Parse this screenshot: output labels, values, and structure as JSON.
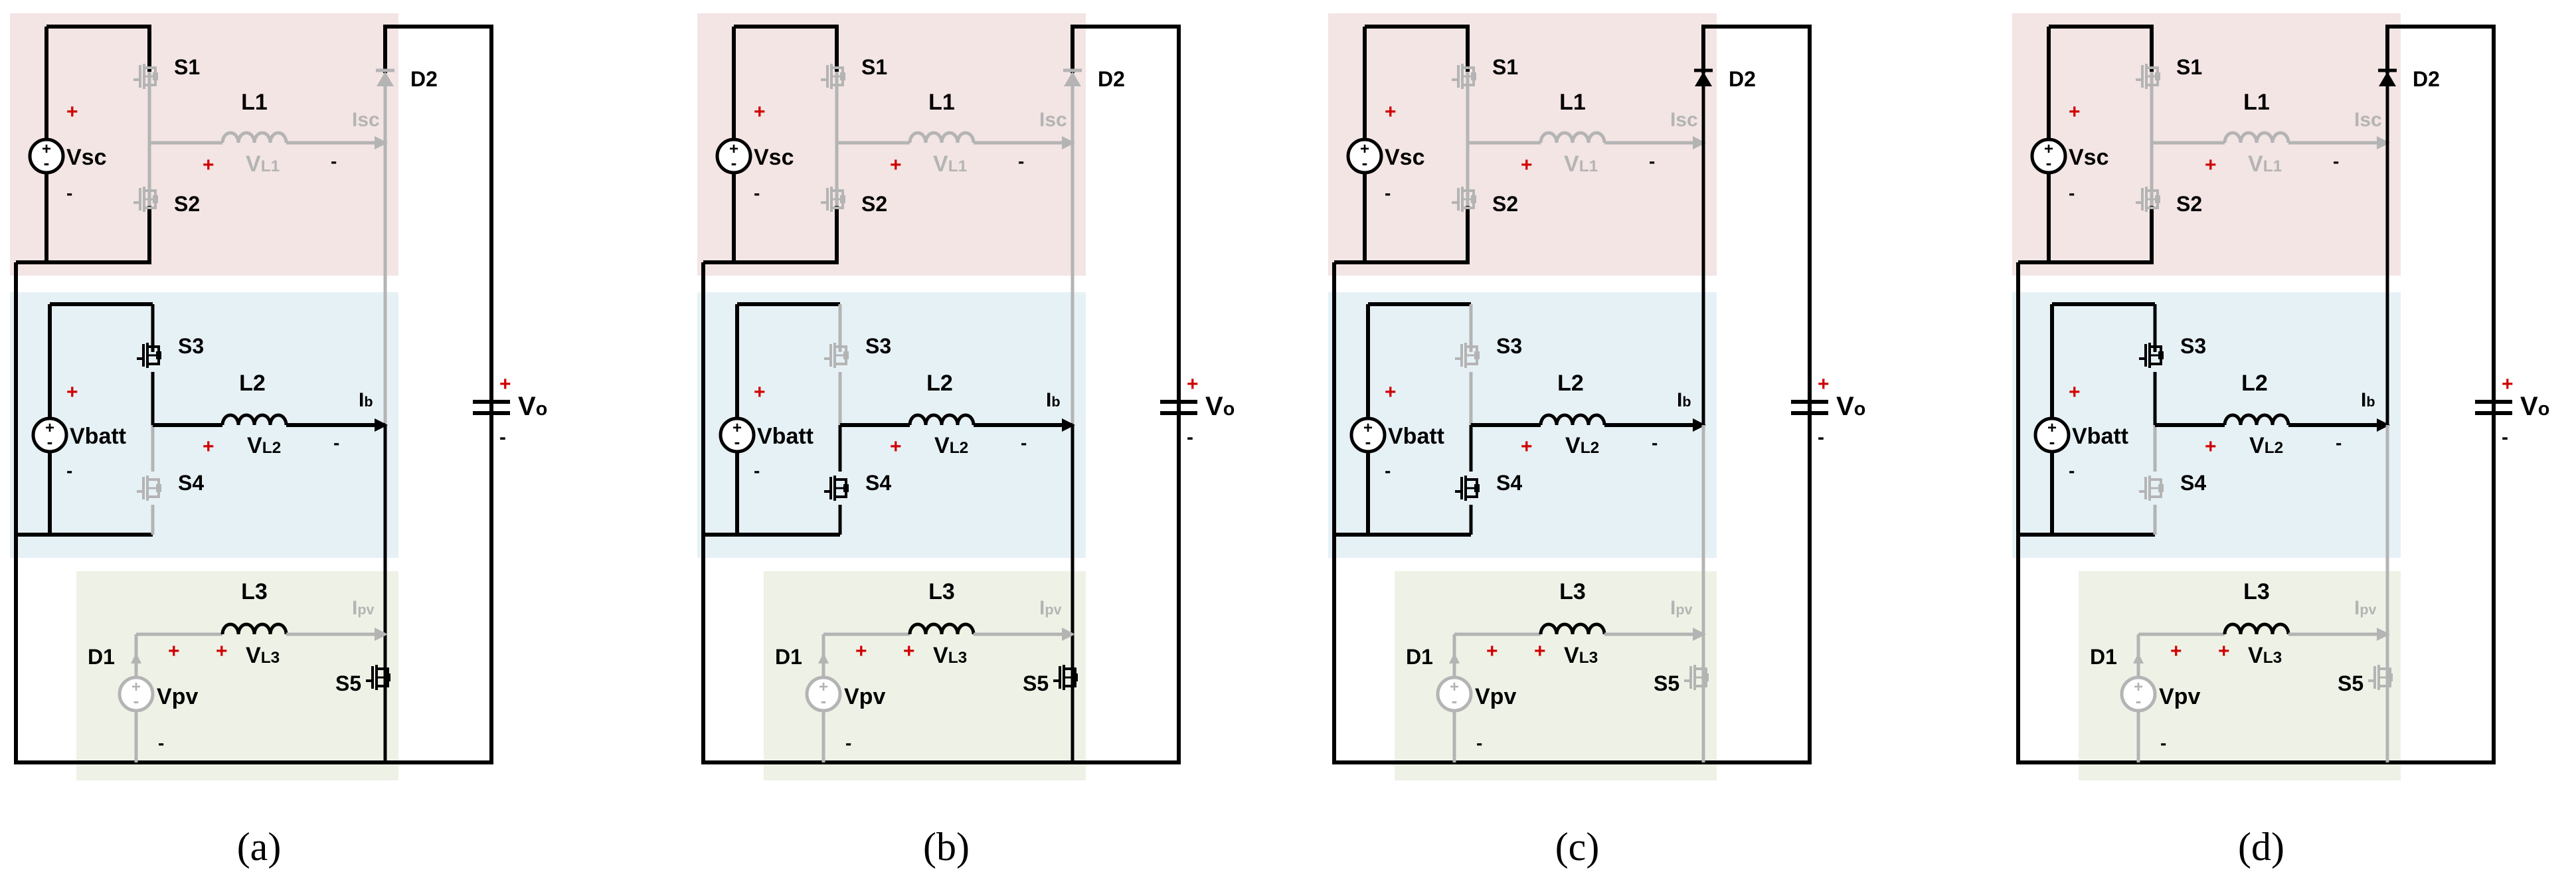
{
  "colors": {
    "sc_region": "#f3e5e4",
    "batt_region": "#e6f1f6",
    "pv_region": "#eef2e6",
    "wire_active": "#000000",
    "wire_inactive": "#b4b4b4",
    "polarity": "#d00000"
  },
  "labels": {
    "vsc": "Vsc",
    "vbatt": "Vbatt",
    "vpv": "Vpv",
    "vo": "Vo",
    "s1": "S1",
    "s2": "S2",
    "s3": "S3",
    "s4": "S4",
    "s5": "S5",
    "d1": "D1",
    "d2": "D2",
    "l1": "L1",
    "l2": "L2",
    "l3": "L3",
    "vl1": "VL1",
    "vl2": "VL2",
    "vl3": "VL3",
    "isc": "Isc",
    "ib": "Ib",
    "ipv": "Ipv",
    "plus": "+",
    "minus": "-"
  },
  "panels": [
    {
      "caption": "(a)",
      "s3_on": true,
      "s4_on": false,
      "s5_on": true,
      "d2_on": false
    },
    {
      "caption": "(b)",
      "s3_on": false,
      "s4_on": true,
      "s5_on": true,
      "d2_on": false
    },
    {
      "caption": "(c)",
      "s3_on": false,
      "s4_on": true,
      "s5_on": false,
      "d2_on": true
    },
    {
      "caption": "(d)",
      "s3_on": true,
      "s4_on": false,
      "s5_on": false,
      "d2_on": true
    }
  ]
}
